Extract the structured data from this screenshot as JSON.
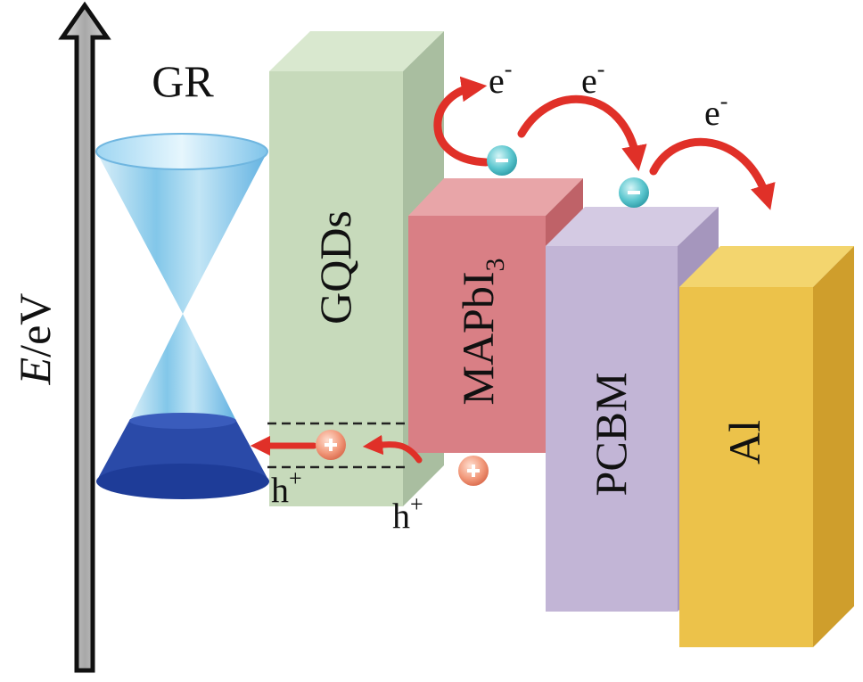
{
  "axis": {
    "label_italic": "E",
    "label_rest": "/eV"
  },
  "layers": {
    "gr": "GR",
    "gqds": "GQDs",
    "mapbi_main": "MAPbI",
    "mapbi_sub": "3",
    "pcbm": "PCBM",
    "al": "Al"
  },
  "carriers": {
    "electron": "e",
    "hole": "h",
    "minus_sign": "-",
    "plus_sign": "+"
  },
  "colors": {
    "gqds_front": "#c7dabb",
    "gqds_top": "#d9e8cf",
    "gqds_side": "#a9bea0",
    "mapbi_front": "#d97f85",
    "mapbi_top": "#e8a5a8",
    "mapbi_side": "#bf6268",
    "pcbm_front": "#c2b5d6",
    "pcbm_top": "#d4cae3",
    "pcbm_side": "#a596bd",
    "al_front": "#ecc24a",
    "al_top": "#f3d56e",
    "al_side": "#cf9e2c",
    "arrow_red": "#e03028",
    "cone_blue": "#2a4aa8"
  }
}
